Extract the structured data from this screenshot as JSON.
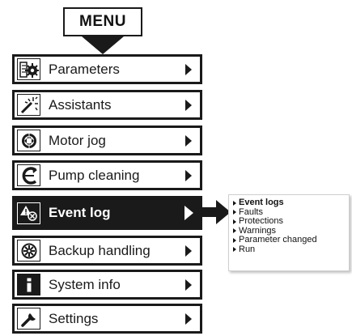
{
  "header": {
    "title": "MENU"
  },
  "menu": {
    "items": [
      {
        "label": "Parameters",
        "icon": "parameters-icon"
      },
      {
        "label": "Assistants",
        "icon": "assistants-icon"
      },
      {
        "label": "Motor jog",
        "icon": "motor-jog-icon"
      },
      {
        "label": "Pump cleaning",
        "icon": "pump-cleaning-icon"
      },
      {
        "label": "Event log",
        "icon": "event-log-icon",
        "selected": true
      },
      {
        "label": "Backup handling",
        "icon": "backup-handling-icon"
      },
      {
        "label": "System info",
        "icon": "system-info-icon"
      },
      {
        "label": "Settings",
        "icon": "settings-icon"
      }
    ]
  },
  "submenu": {
    "items": [
      {
        "label": "Event logs"
      },
      {
        "label": "Faults"
      },
      {
        "label": "Protections"
      },
      {
        "label": "Warnings"
      },
      {
        "label": "Parameter changed"
      },
      {
        "label": "Run"
      }
    ]
  },
  "colors": {
    "foreground": "#1a1a1a",
    "background": "#ffffff",
    "selected_text": "#ffffff"
  }
}
